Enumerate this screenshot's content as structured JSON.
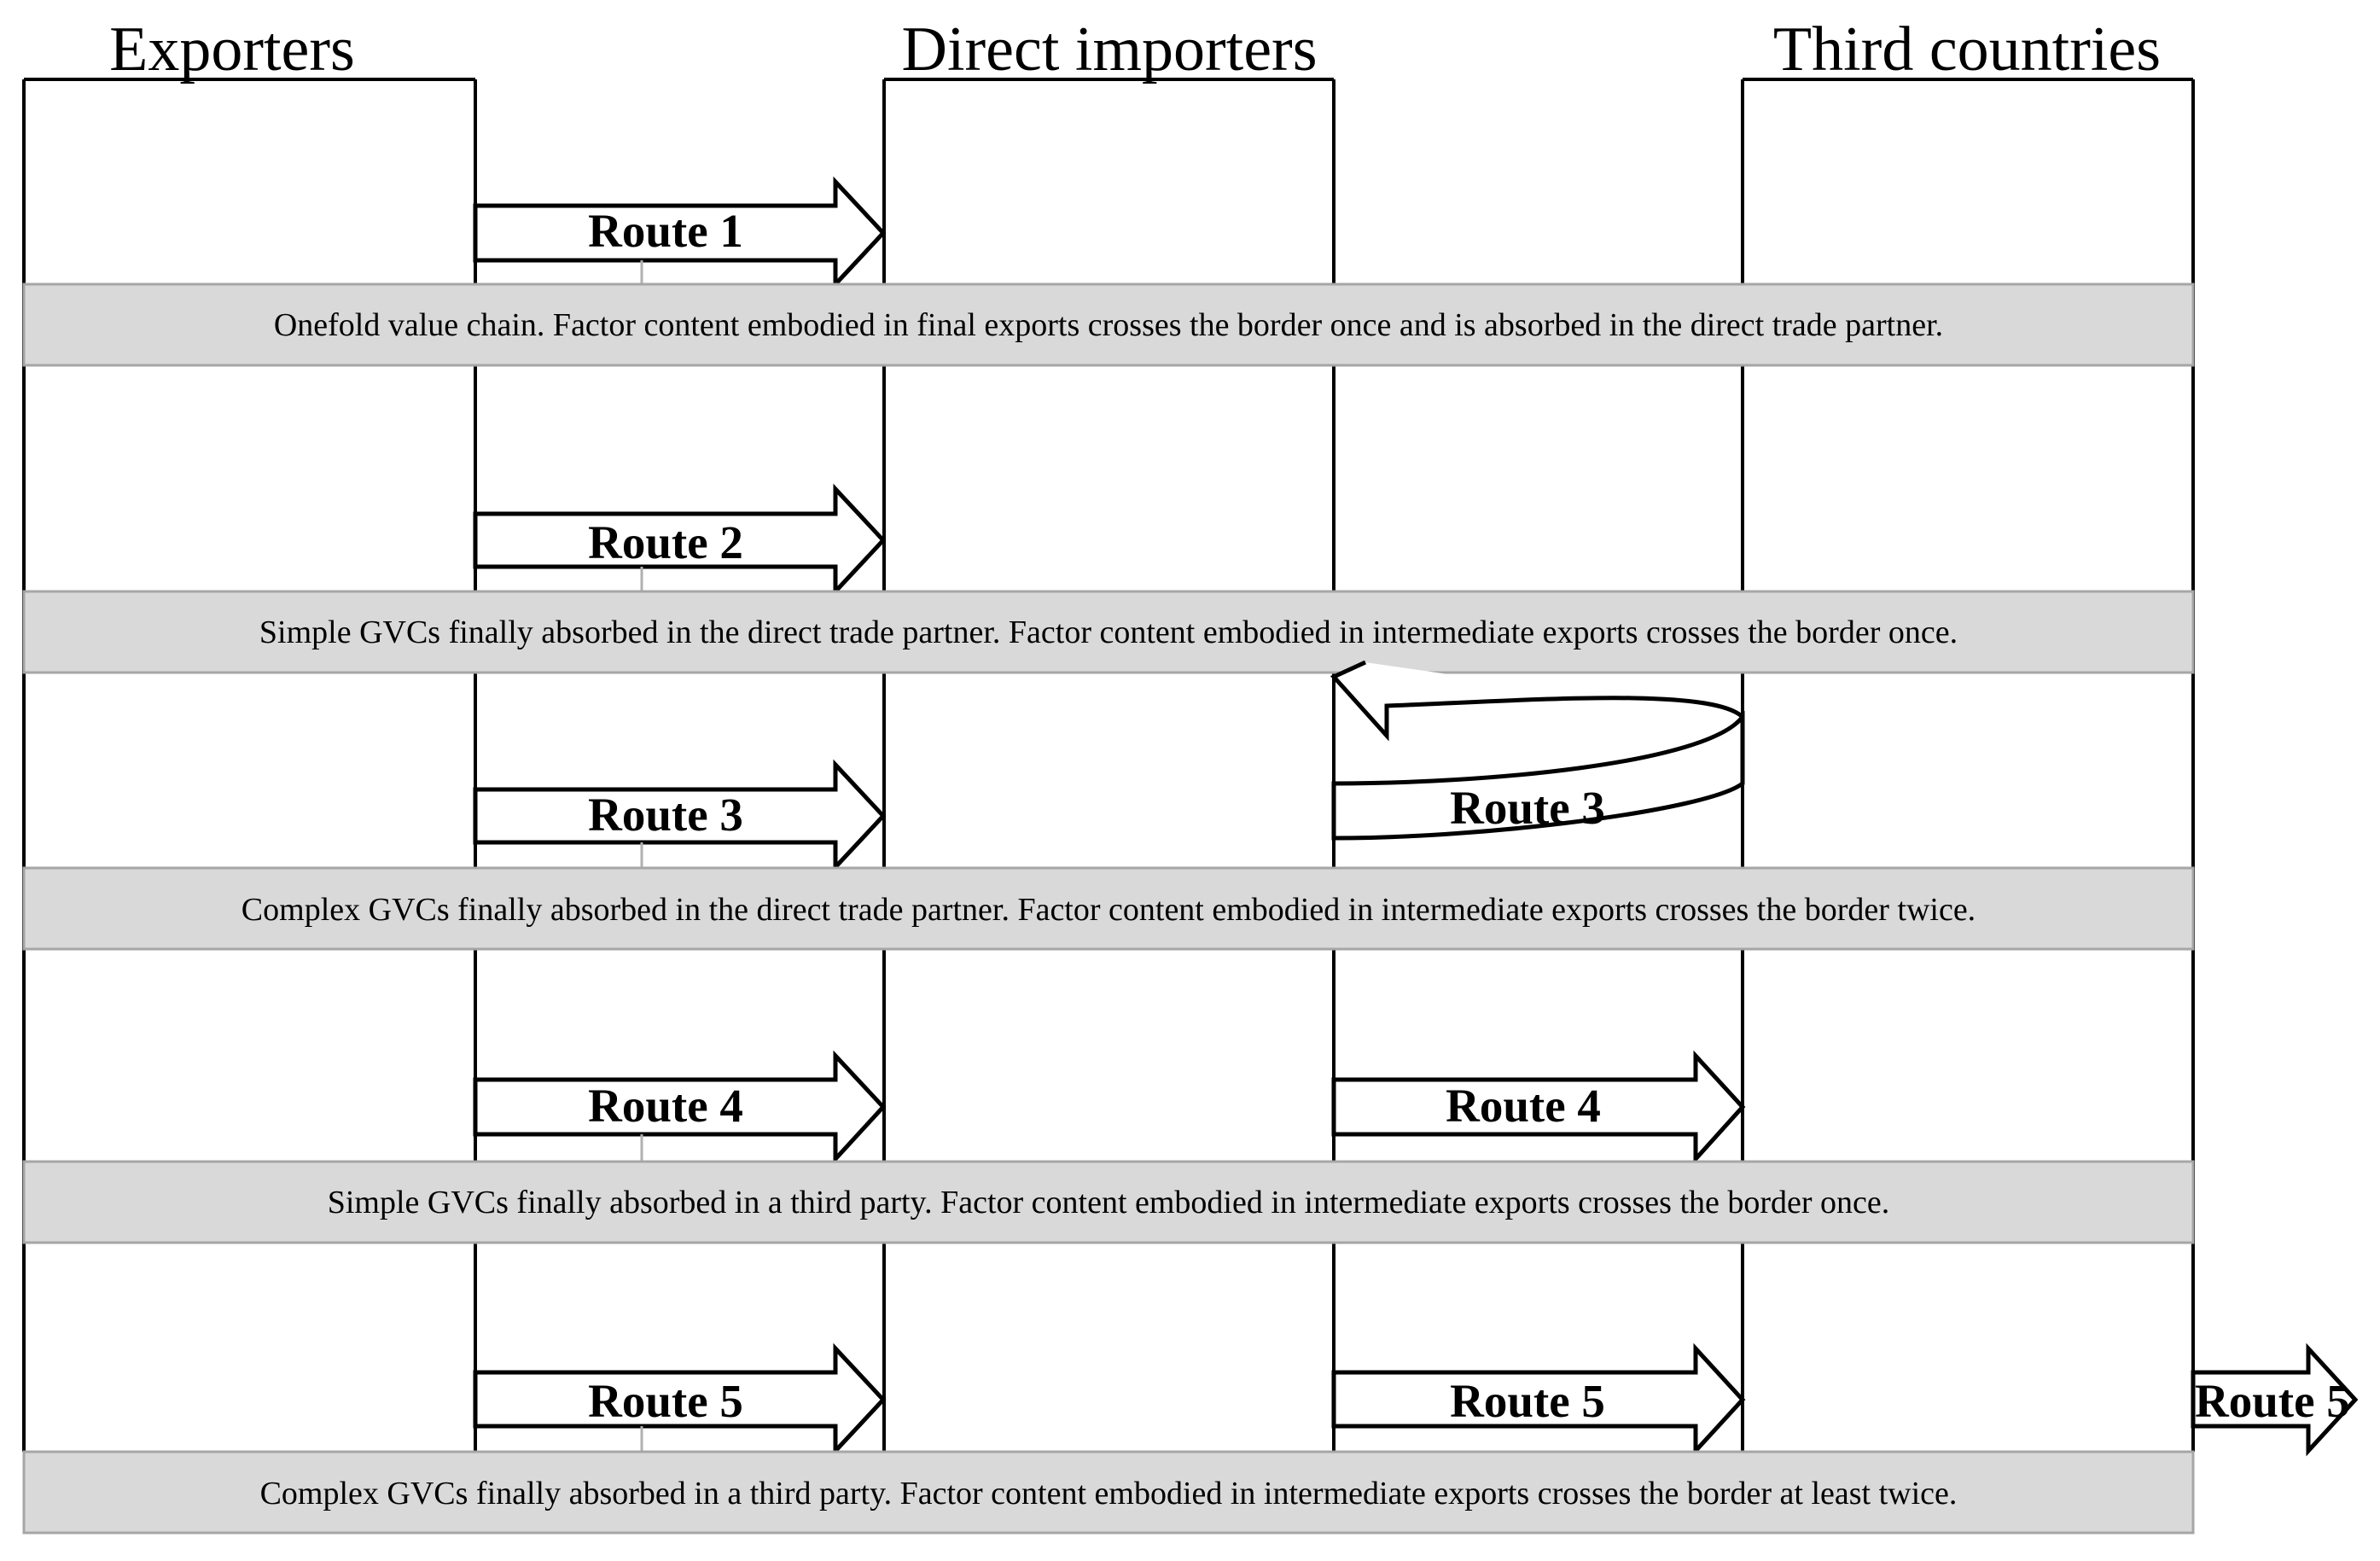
{
  "columns": [
    {
      "label": "Exporters"
    },
    {
      "label": "Direct importers"
    },
    {
      "label": "Third countries"
    }
  ],
  "bands": [
    {
      "caption": "Onefold value chain. Factor content embodied in final exports crosses the border once and is absorbed in the direct trade partner."
    },
    {
      "caption": "Simple GVCs finally absorbed in the direct trade partner. Factor content embodied in intermediate exports crosses the border once."
    },
    {
      "caption": "Complex GVCs finally absorbed in the direct trade partner. Factor content embodied in intermediate exports crosses the border twice."
    },
    {
      "caption": "Simple GVCs finally absorbed in a third party. Factor content embodied in intermediate exports crosses the border once."
    },
    {
      "caption": "Complex GVCs finally absorbed in a third party. Factor content embodied in intermediate exports crosses the border at least twice."
    }
  ],
  "routes": [
    {
      "label": "Route 1",
      "arrows": [
        {
          "from": "exporters",
          "to": "direct-importers"
        }
      ]
    },
    {
      "label": "Route 2",
      "arrows": [
        {
          "from": "exporters",
          "to": "direct-importers"
        }
      ]
    },
    {
      "label": "Route 3",
      "arrows": [
        {
          "from": "exporters",
          "to": "direct-importers"
        },
        {
          "from": "direct-importers",
          "to": "third-countries",
          "returns": true
        }
      ]
    },
    {
      "label": "Route 4",
      "arrows": [
        {
          "from": "exporters",
          "to": "direct-importers"
        },
        {
          "from": "direct-importers",
          "to": "third-countries"
        }
      ]
    },
    {
      "label": "Route 5",
      "arrows": [
        {
          "from": "exporters",
          "to": "direct-importers"
        },
        {
          "from": "direct-importers",
          "to": "third-countries"
        },
        {
          "from": "third-countries",
          "to": "beyond"
        }
      ]
    }
  ],
  "colors": {
    "band_fill": "#d9d9d9",
    "band_border": "#a6a6a6",
    "line": "#000000",
    "arrow_fill": "#ffffff"
  }
}
